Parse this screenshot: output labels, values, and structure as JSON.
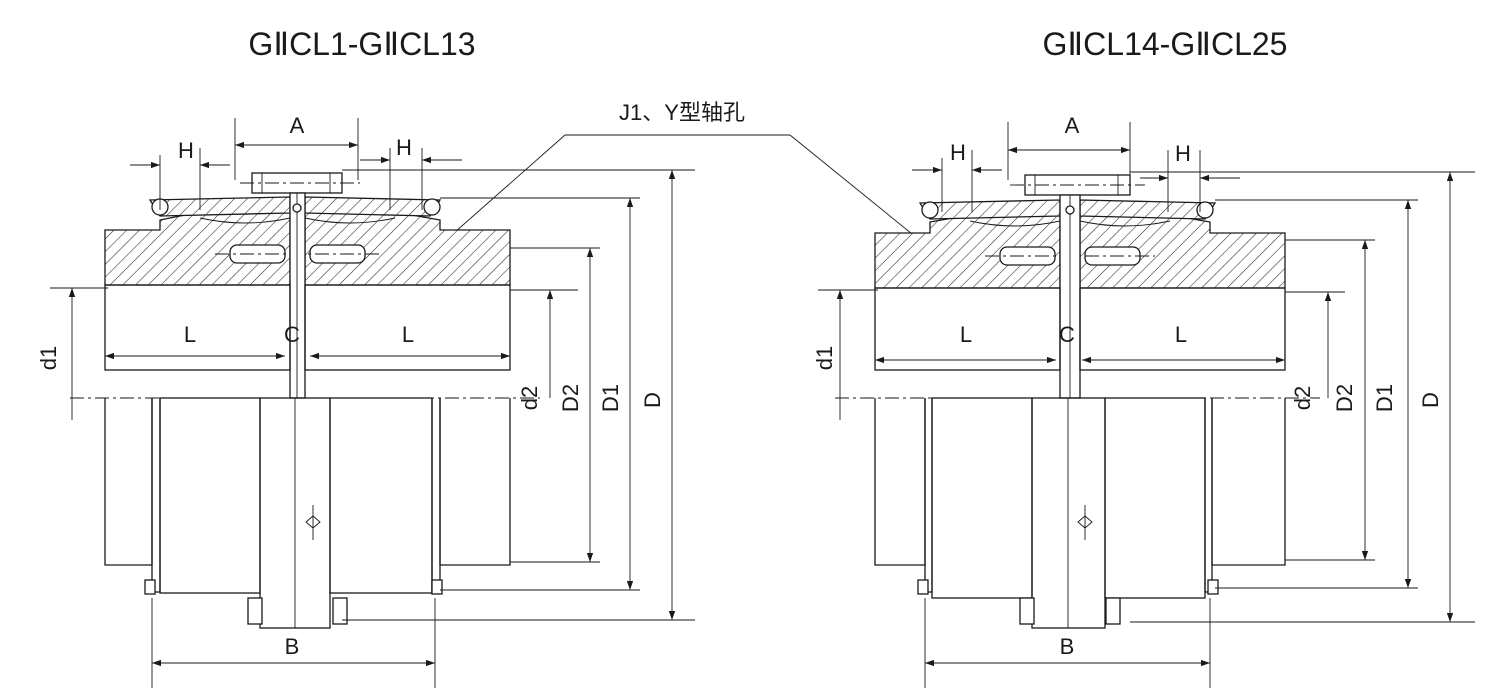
{
  "titles": {
    "left": "GⅡCL1-GⅡCL13",
    "right": "GⅡCL14-GⅡCL25"
  },
  "callout": "J1、Y型轴孔",
  "dims": {
    "A": "A",
    "H": "H",
    "L": "L",
    "C": "C",
    "B": "B",
    "d1": "d1",
    "d2": "d2",
    "D2": "D2",
    "D1": "D1",
    "D": "D"
  }
}
